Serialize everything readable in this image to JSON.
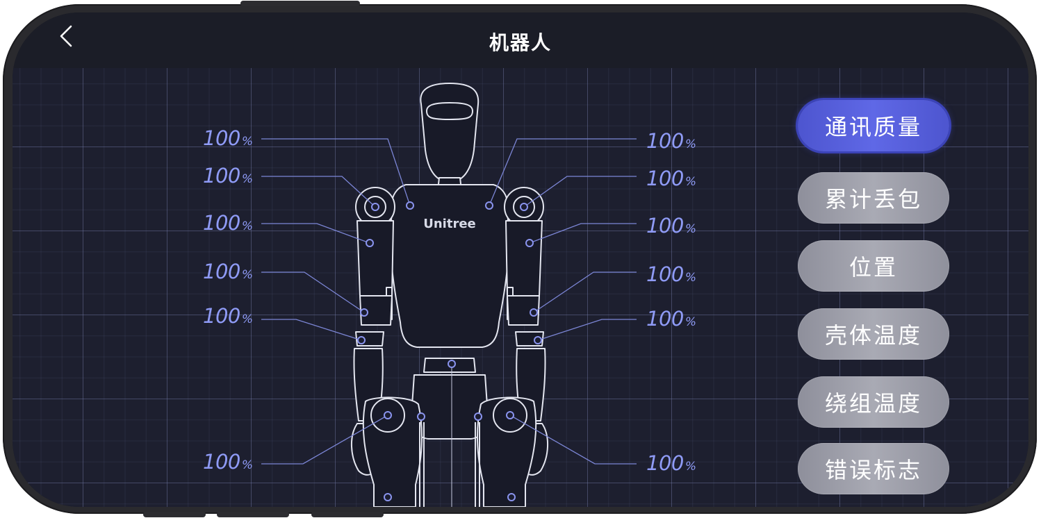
{
  "header": {
    "title": "机器人",
    "back_icon": "chevron-left-icon"
  },
  "robot": {
    "chest_logo": "Unitree"
  },
  "joints": {
    "left": [
      {
        "value": "100",
        "unit": "%"
      },
      {
        "value": "100",
        "unit": "%"
      },
      {
        "value": "100",
        "unit": "%"
      },
      {
        "value": "100",
        "unit": "%"
      },
      {
        "value": "100",
        "unit": "%"
      },
      {
        "value": "100",
        "unit": "%"
      }
    ],
    "right": [
      {
        "value": "100",
        "unit": "%"
      },
      {
        "value": "100",
        "unit": "%"
      },
      {
        "value": "100",
        "unit": "%"
      },
      {
        "value": "100",
        "unit": "%"
      },
      {
        "value": "100",
        "unit": "%"
      },
      {
        "value": "100",
        "unit": "%"
      }
    ]
  },
  "menu": {
    "items": [
      {
        "label": "通讯质量",
        "active": true
      },
      {
        "label": "累计丢包",
        "active": false
      },
      {
        "label": "位置",
        "active": false
      },
      {
        "label": "壳体温度",
        "active": false
      },
      {
        "label": "绕组温度",
        "active": false
      },
      {
        "label": "错误标志",
        "active": false
      }
    ]
  },
  "colors": {
    "accent": "#5a62e0",
    "label": "#8f9bf6",
    "background": "#1d1f2f",
    "button": "#a0a1ab"
  }
}
